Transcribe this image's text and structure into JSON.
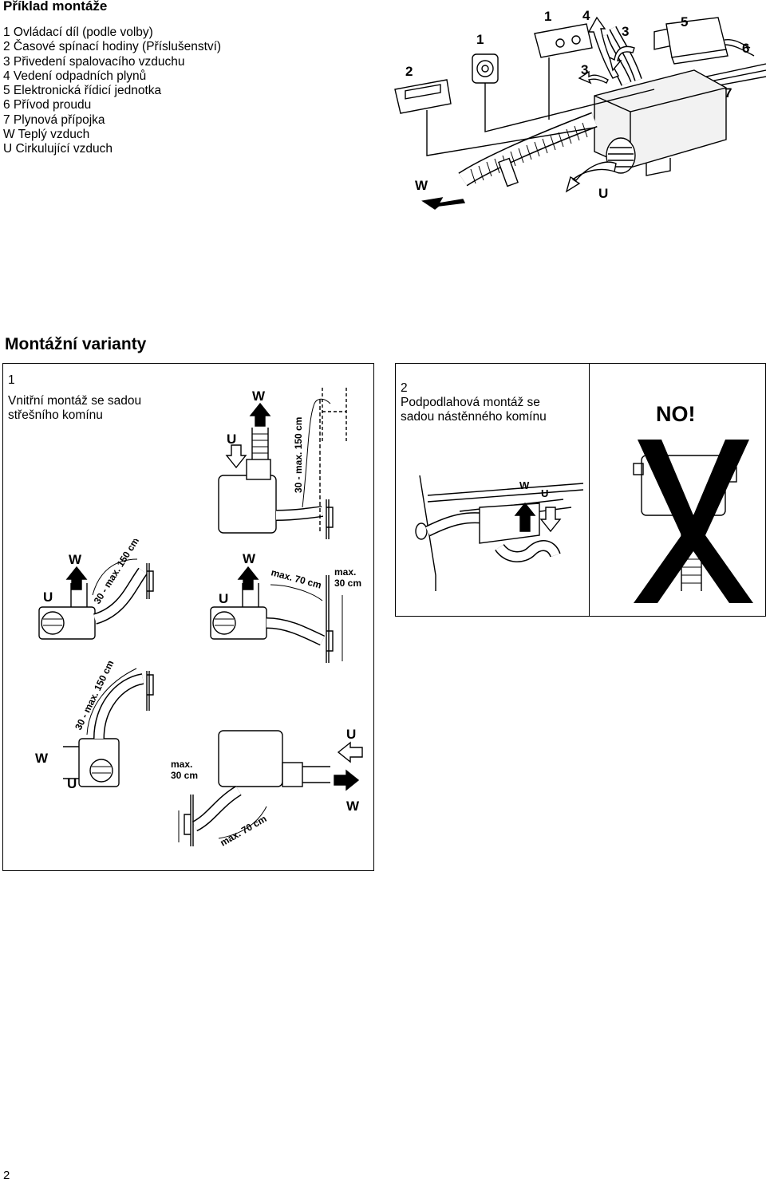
{
  "example": {
    "title": "Příklad montáže",
    "legend": [
      "1  Ovládací díl (podle volby)",
      "2  Časové spínací hodiny (Příslušenství)",
      "3  Přivedení spalovacího vzduchu",
      "4  Vedení odpadních plynů",
      "5  Elektronická řídicí jednotka",
      "6  Přívod proudu",
      "7  Plynová přípojka",
      "W Teplý vzduch",
      "U  Cirkulující vzduch"
    ],
    "callouts": {
      "n1a": "1",
      "n1b": "1",
      "n2": "2",
      "n3a": "3",
      "n3b": "3",
      "n4": "4",
      "n5": "5",
      "n6": "6",
      "n7": "7",
      "w": "W",
      "u": "U"
    }
  },
  "variants": {
    "title": "Montážní varianty",
    "v1": {
      "number": "1",
      "line1": "Vnitřní montáž se sadou",
      "line2": "střešního komínu",
      "fig_a": {
        "w": "W",
        "u": "U",
        "dim": "30 - max. 150 cm"
      },
      "fig_b": {
        "w": "W",
        "u": "U",
        "dim": "30 - max. 150 cm"
      },
      "fig_c": {
        "w": "W",
        "u": "U",
        "dim1": "max. 70 cm",
        "dim2a": "max.",
        "dim2b": "30 cm"
      },
      "fig_d": {
        "w": "W",
        "u": "U",
        "dim": "30 - max. 150 cm"
      },
      "fig_e": {
        "w": "W",
        "u": "U",
        "dim1a": "max.",
        "dim1b": "30 cm",
        "dim2": "max. 70 cm"
      }
    },
    "v2": {
      "number": "2",
      "line1": "Podpodlahová montáž se",
      "line2": "sadou nástěnného komínu",
      "fig": {
        "w": "W",
        "u": "U"
      }
    },
    "no": {
      "label": "NO!"
    }
  },
  "page_number": "2"
}
